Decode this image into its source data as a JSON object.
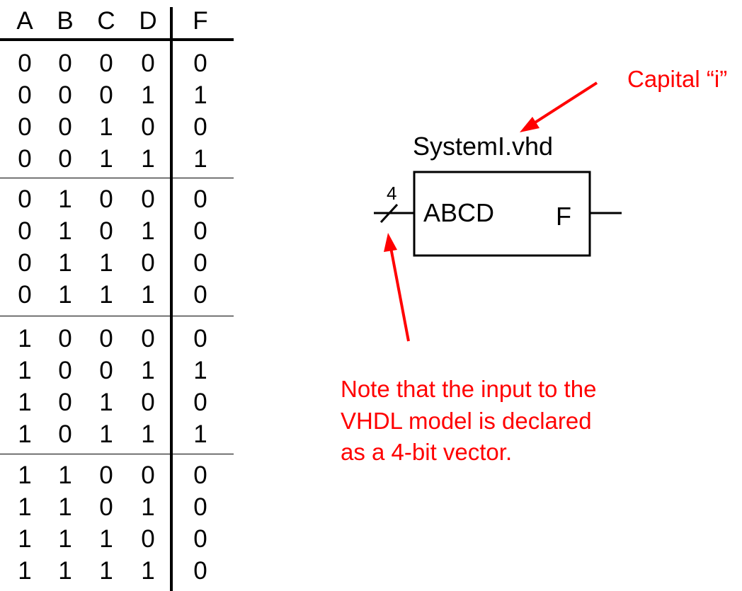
{
  "truth_table": {
    "headers": [
      "A",
      "B",
      "C",
      "D",
      "F"
    ],
    "rows": [
      [
        "0",
        "0",
        "0",
        "0",
        "0"
      ],
      [
        "0",
        "0",
        "0",
        "1",
        "1"
      ],
      [
        "0",
        "0",
        "1",
        "0",
        "0"
      ],
      [
        "0",
        "0",
        "1",
        "1",
        "1"
      ],
      [
        "0",
        "1",
        "0",
        "0",
        "0"
      ],
      [
        "0",
        "1",
        "0",
        "1",
        "0"
      ],
      [
        "0",
        "1",
        "1",
        "0",
        "0"
      ],
      [
        "0",
        "1",
        "1",
        "1",
        "0"
      ],
      [
        "1",
        "0",
        "0",
        "0",
        "0"
      ],
      [
        "1",
        "0",
        "0",
        "1",
        "1"
      ],
      [
        "1",
        "0",
        "1",
        "0",
        "0"
      ],
      [
        "1",
        "0",
        "1",
        "1",
        "1"
      ],
      [
        "1",
        "1",
        "0",
        "0",
        "0"
      ],
      [
        "1",
        "1",
        "0",
        "1",
        "0"
      ],
      [
        "1",
        "1",
        "1",
        "0",
        "0"
      ],
      [
        "1",
        "1",
        "1",
        "1",
        "0"
      ]
    ]
  },
  "block": {
    "title": "SystemI.vhd",
    "input_label": "ABCD",
    "output_label": "F",
    "bus_width": "4"
  },
  "annotations": {
    "capital_note": "Capital “i”",
    "note_lines": [
      "Note that the input to the",
      "VHDL model is declared",
      "as a 4-bit vector."
    ]
  },
  "colors": {
    "annotation": "#ff0000",
    "ink": "#000000"
  }
}
